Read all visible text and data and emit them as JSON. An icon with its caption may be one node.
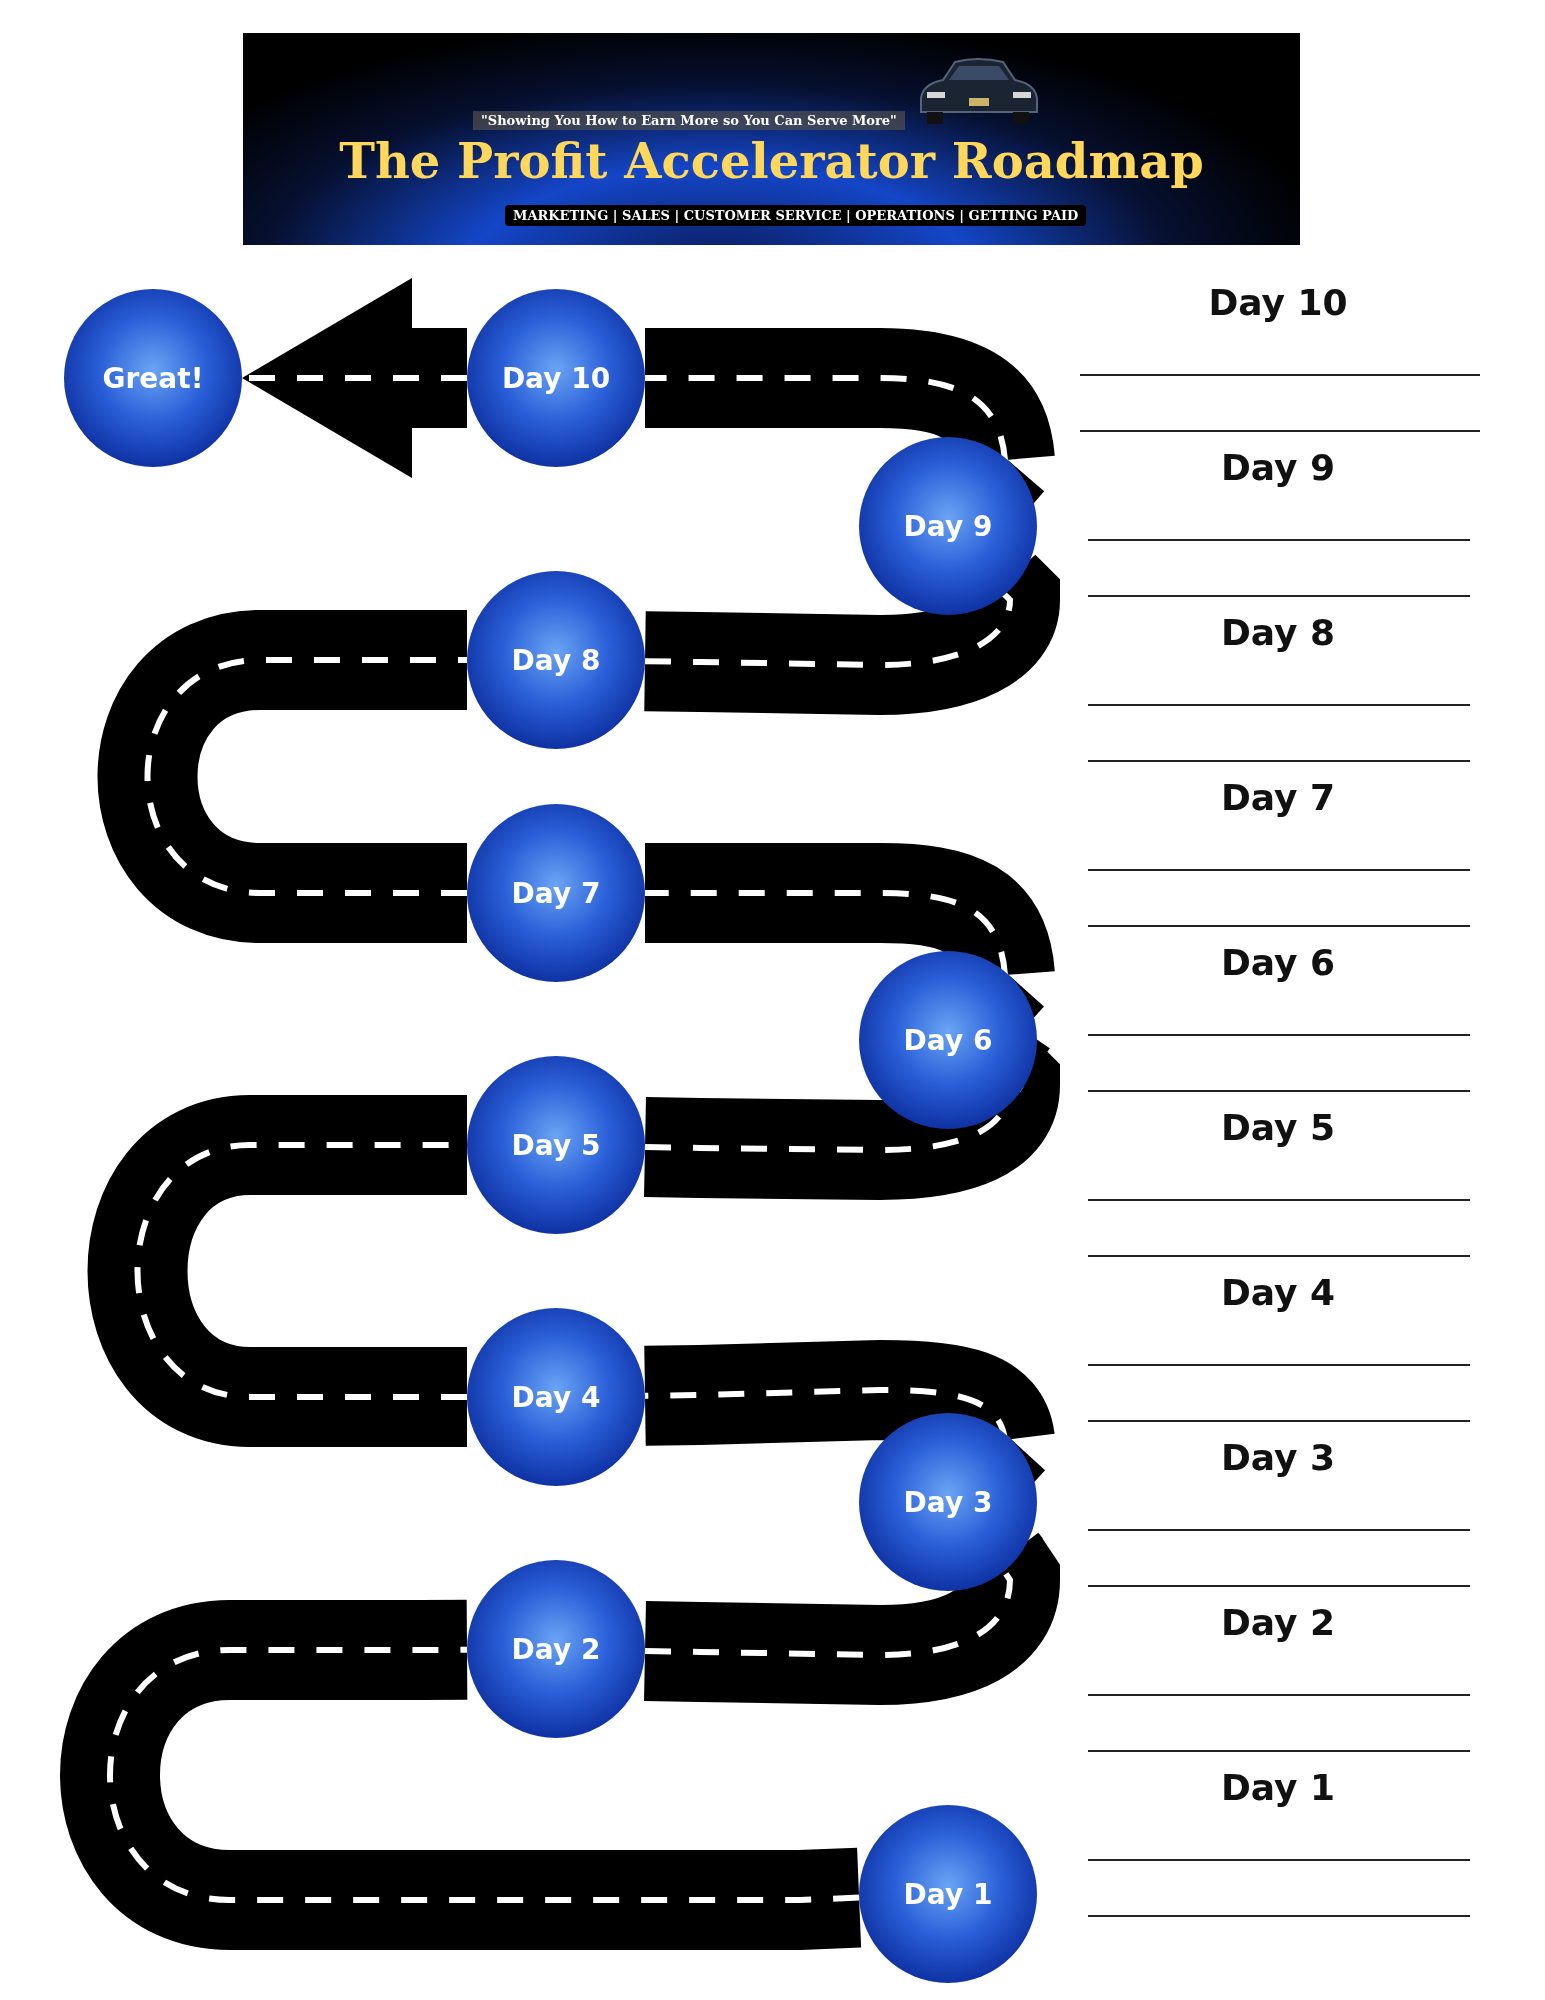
{
  "diagram": {
    "title": "The Profit Accelerator Roadmap",
    "nodes": [
      {
        "text": [
          "Day 1"
        ]
      },
      {
        "text": [
          "Day 2"
        ]
      },
      {
        "text": [
          "Day 3"
        ]
      },
      {
        "text": [
          "Day 4"
        ]
      },
      {
        "text": [
          "Day 5"
        ]
      },
      {
        "text": [
          "Day 6"
        ]
      },
      {
        "text": [
          "Day 7"
        ]
      },
      {
        "text": [
          "Day 8"
        ]
      },
      {
        "text": [
          "Day 9"
        ]
      },
      {
        "text": [
          "Day 10"
        ]
      },
      {
        "text": [
          "Great!"
        ]
      }
    ],
    "edges": [
      {
        "from": 0,
        "to": 1,
        "arrow": "none"
      },
      {
        "from": 1,
        "to": 2,
        "arrow": "none"
      },
      {
        "from": 2,
        "to": 3,
        "arrow": "none"
      },
      {
        "from": 3,
        "to": 4,
        "arrow": "none"
      },
      {
        "from": 4,
        "to": 5,
        "arrow": "none"
      },
      {
        "from": 5,
        "to": 6,
        "arrow": "none"
      },
      {
        "from": 6,
        "to": 7,
        "arrow": "none"
      },
      {
        "from": 7,
        "to": 8,
        "arrow": "none"
      },
      {
        "from": 8,
        "to": 9,
        "arrow": "none"
      },
      {
        "from": 9,
        "to": 10,
        "arrow": "to"
      }
    ],
    "labels": [
      "\"Showing You How to Earn More so You Can Serve More\"",
      "MARKETING | SALES | CUSTOMER SERVICE | OPERATIONS | GETTING PAID",
      "Day 10",
      "Day 9",
      "Day 8",
      "Day 7",
      "Day 6",
      "Day 5",
      "Day 4",
      "Day 3",
      "Day 2",
      "Day 1"
    ]
  }
}
